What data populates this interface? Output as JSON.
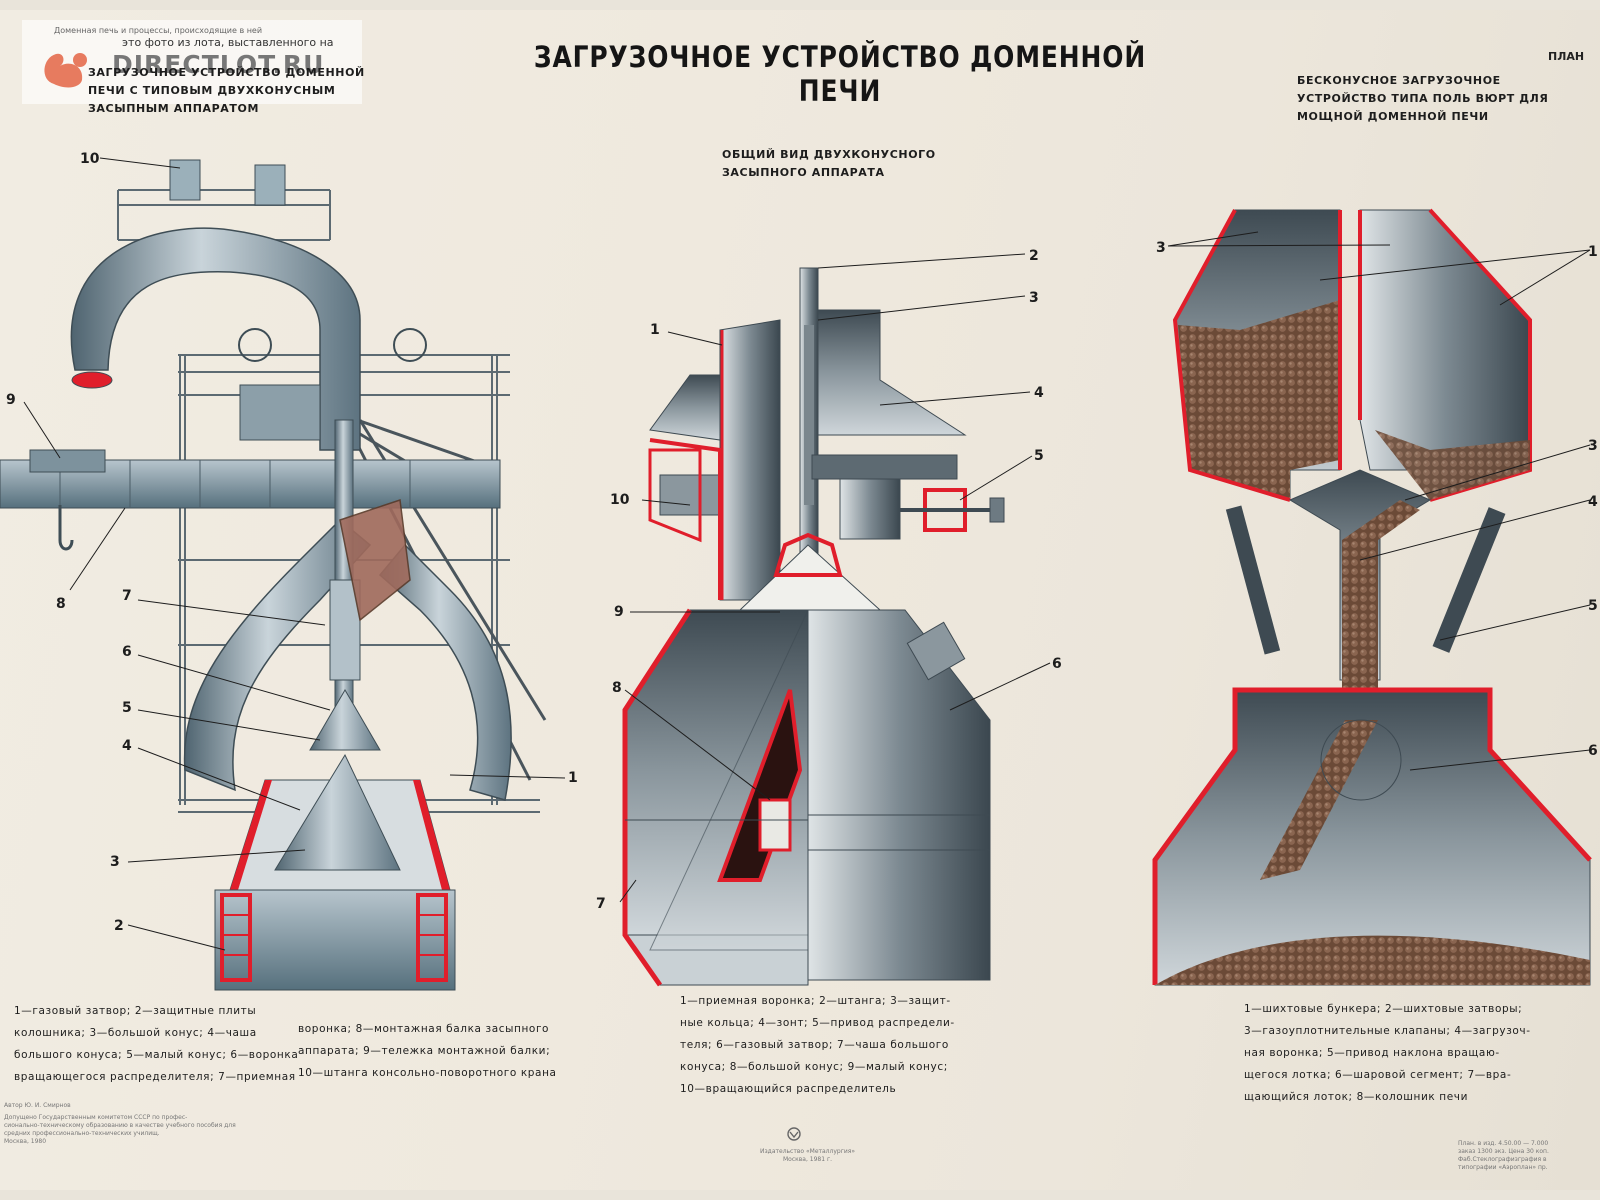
{
  "watermark": {
    "caption": "это фото из лота, выставленного на",
    "brand": "DIRECTLOT.RU"
  },
  "top_note": "Доменная печь и процессы, происходящие в ней",
  "title": "ЗАГРУЗОЧНОЕ УСТРОЙСТВО ДОМЕННОЙ ПЕЧИ",
  "plan_label": "ПЛАН",
  "left": {
    "heading": "ЗАГРУЗОЧНОЕ УСТРОЙСТВО ДОМЕННОЙ\nПЕЧИ С ТИПОВЫМ ДВУХКОНУСНЫМ\nЗАСЫПНЫМ АППАРАТОМ",
    "labels": [
      "10",
      "9",
      "8",
      "7",
      "6",
      "5",
      "4",
      "3",
      "2",
      "1"
    ],
    "legend_col1": "1—газовый затвор; 2—защитные плиты\nколошника; 3—большой конус; 4—чаша\nбольшого конуса; 5—малый конус; 6—воронка\nвращающегося распределителя; 7—приемная",
    "legend_col2": "воронка; 8—монтажная балка засыпного\nаппарата; 9—тележка монтажной балки;\n10—штанга консольно-поворотного крана"
  },
  "middle": {
    "heading": "ОБЩИЙ ВИД ДВУХКОНУСНОГО\nЗАСЫПНОГО АППАРАТА",
    "labels": [
      "1",
      "2",
      "3",
      "4",
      "5",
      "6",
      "7",
      "8",
      "9",
      "10"
    ],
    "legend": "1—приемная воронка; 2—штанга; 3—защит-\nные кольца; 4—зонт; 5—привод распредели-\nтеля; 6—газовый затвор; 7—чаша большого\nконуса; 8—большой конус; 9—малый конус;\n10—вращающийся распределитель"
  },
  "right": {
    "heading": "БЕСКОНУСНОЕ ЗАГРУЗОЧНОЕ\nУСТРОЙСТВО ТИПА ПОЛЬ ВЮРТ ДЛЯ\nМОЩНОЙ ДОМЕННОЙ ПЕЧИ",
    "labels": [
      "3",
      "1",
      "3",
      "4",
      "5",
      "6"
    ],
    "legend": "1—шихтовые бункера; 2—шихтовые затворы;\n3—газоуплотнительные клапаны; 4—загрузоч-\nная воронка; 5—привод наклона вращаю-\nщегося лотка; 6—шаровой сегмент; 7—вра-\nщающийся лоток; 8—колошник печи"
  },
  "footer": {
    "author": "Автор Ю. И. Смирнов",
    "approval": "Допущено Государственным комитетом СССР по профес-\nсионально-техническому образованию в качестве учебного пособия для\nсредних профессионально-технических училищ.\nМосква, 1980",
    "publisher": "Издательство «Металлургия»\nМосква, 1981 г.",
    "print_info": "План. в изд. 4.50.00 — 7.000\nзаказ 1300 экз. Цена 30 коп.\nФаб.Стеклографизграфия в\nтипографии «Аэроплан» пр."
  },
  "colors": {
    "steel": "#6f8694",
    "steel_light": "#bfccd4",
    "red": "#e01e2b",
    "ore": "#5a3a2a",
    "brown": "#a06a5c"
  },
  "icons": [
    "squirrel-logo",
    "publisher-emblem-icon"
  ]
}
